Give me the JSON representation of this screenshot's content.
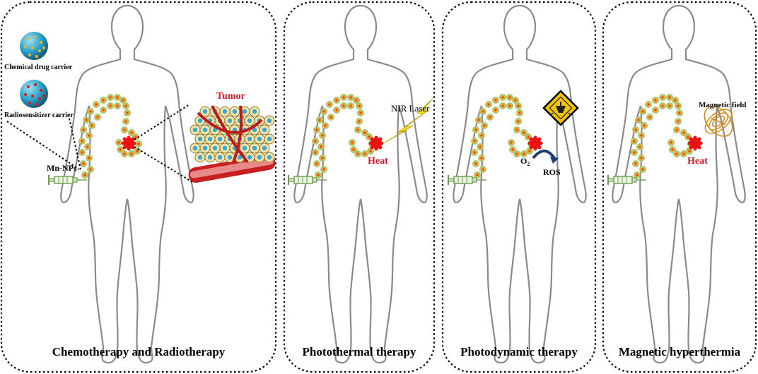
{
  "panels": [
    {
      "id": "chemo",
      "title": "Chemotherapy and Radiotherapy"
    },
    {
      "id": "ptt",
      "title": "Photothermal therapy"
    },
    {
      "id": "pdt",
      "title": "Photodynamic therapy"
    },
    {
      "id": "mh",
      "title": "Magnetic hyperthermia"
    }
  ],
  "labels": {
    "chemical_carrier": "Chemical drug carrier",
    "radio_carrier": "Radiosensitizer carrier",
    "mn_nps": "Mn-NPs",
    "tumor": "Tumor",
    "nir_laser": "NIR Laser",
    "heat_ptt": "Heat",
    "o2": "O",
    "o2_sub": "2",
    "ros": "ROS",
    "magnetic_field": "Magnetic field",
    "heat_mh": "Heat"
  },
  "colors": {
    "panel_border": "#000000",
    "body_outline": "#8a8a8a",
    "tumor": "#ee1111",
    "tumor_label": "#e0141e",
    "heat_label": "#e0141e",
    "nanoparticle_fill": "#e8b43a",
    "nanoparticle_core": "#e0441e",
    "nanoparticle_ring": "#9bc77a",
    "carrier_sphere": "#2aa0c8",
    "laser": "#ffe11a",
    "warning_sign": "#f2c400",
    "magnet": "#d88b1a",
    "syringe": "#9cc87a",
    "ros_arrow": "#1c3e6e"
  },
  "icons": [
    "syringe-icon",
    "nanoparticle-chain",
    "tumor-icon",
    "laser-bolt-icon",
    "warning-sign-icon",
    "magnetic-coil-icon",
    "carrier-sphere-icon",
    "tumor-cells-illustration"
  ]
}
